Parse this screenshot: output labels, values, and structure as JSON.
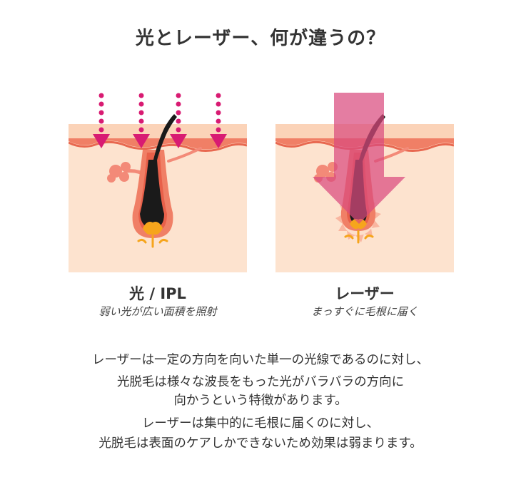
{
  "title": "光とレーザー、何が違うの？",
  "colors": {
    "skin": "#fde3cf",
    "skin_edge": "#f07f66",
    "accent_magenta": "#d81b72",
    "hair": "#1a1a1a",
    "follicle_root": "#f6a51c",
    "laser_arrow": "#d94b7e"
  },
  "panels": {
    "light": {
      "title": "光 / IPL",
      "subtitle": "弱い光が広い面積を照射",
      "illustration_icon": "scattered-light-arrows-on-hair-follicle"
    },
    "laser": {
      "title": "レーザー",
      "subtitle": "まっすぐに毛根に届く",
      "illustration_icon": "single-laser-beam-on-hair-follicle"
    }
  },
  "description": {
    "line1": "レーザーは一定の方向を向いた単一の光線であるのに対し、",
    "line2": "光脱毛は様々な波長をもった光がバラバラの方向に",
    "line3": "向かうという特徴があります。",
    "line4": "レーザーは集中的に毛根に届くのに対し、",
    "line5": "光脱毛は表面のケアしかできないため効果は弱まります。"
  }
}
